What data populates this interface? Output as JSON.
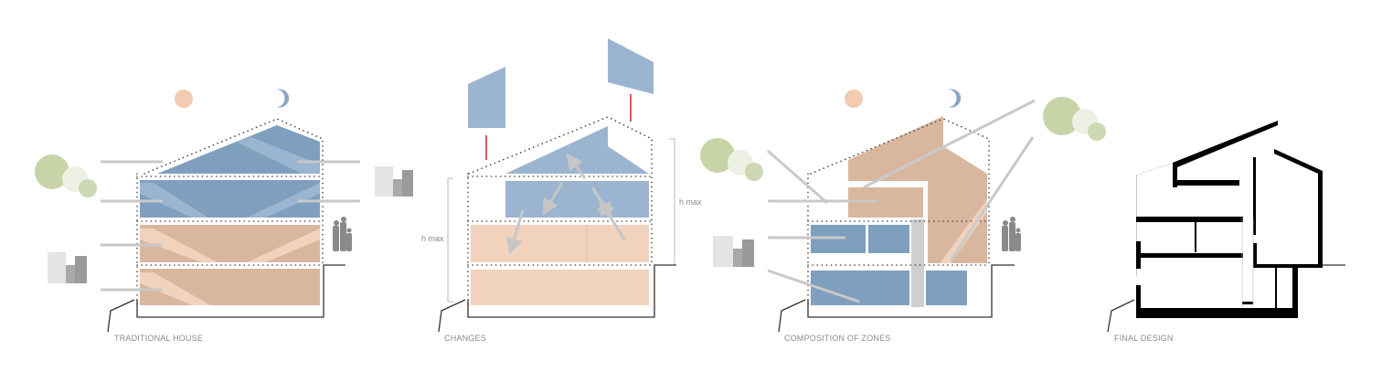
{
  "panels": [
    {
      "label": "TRADITIONAL HOUSE"
    },
    {
      "label": "CHANGES",
      "height_label_left": "h max",
      "height_label_right": "h max"
    },
    {
      "label": "COMPOSITION OF ZONES"
    },
    {
      "label": "FINAL DESIGN"
    }
  ],
  "colors": {
    "blue_zone": "#7f9fbf",
    "blue_light": "#9bb5d0",
    "orange_zone": "#d9b79e",
    "orange_light": "#f1d2bc",
    "sun": "#f2cbb0",
    "moon": "#8aa6c4",
    "tree_dark": "#c7d4a8",
    "tree_light": "#eef0e4",
    "connector_gray": "#c9c9c9",
    "accent_red": "#d0262a",
    "wall_black": "#000000"
  }
}
